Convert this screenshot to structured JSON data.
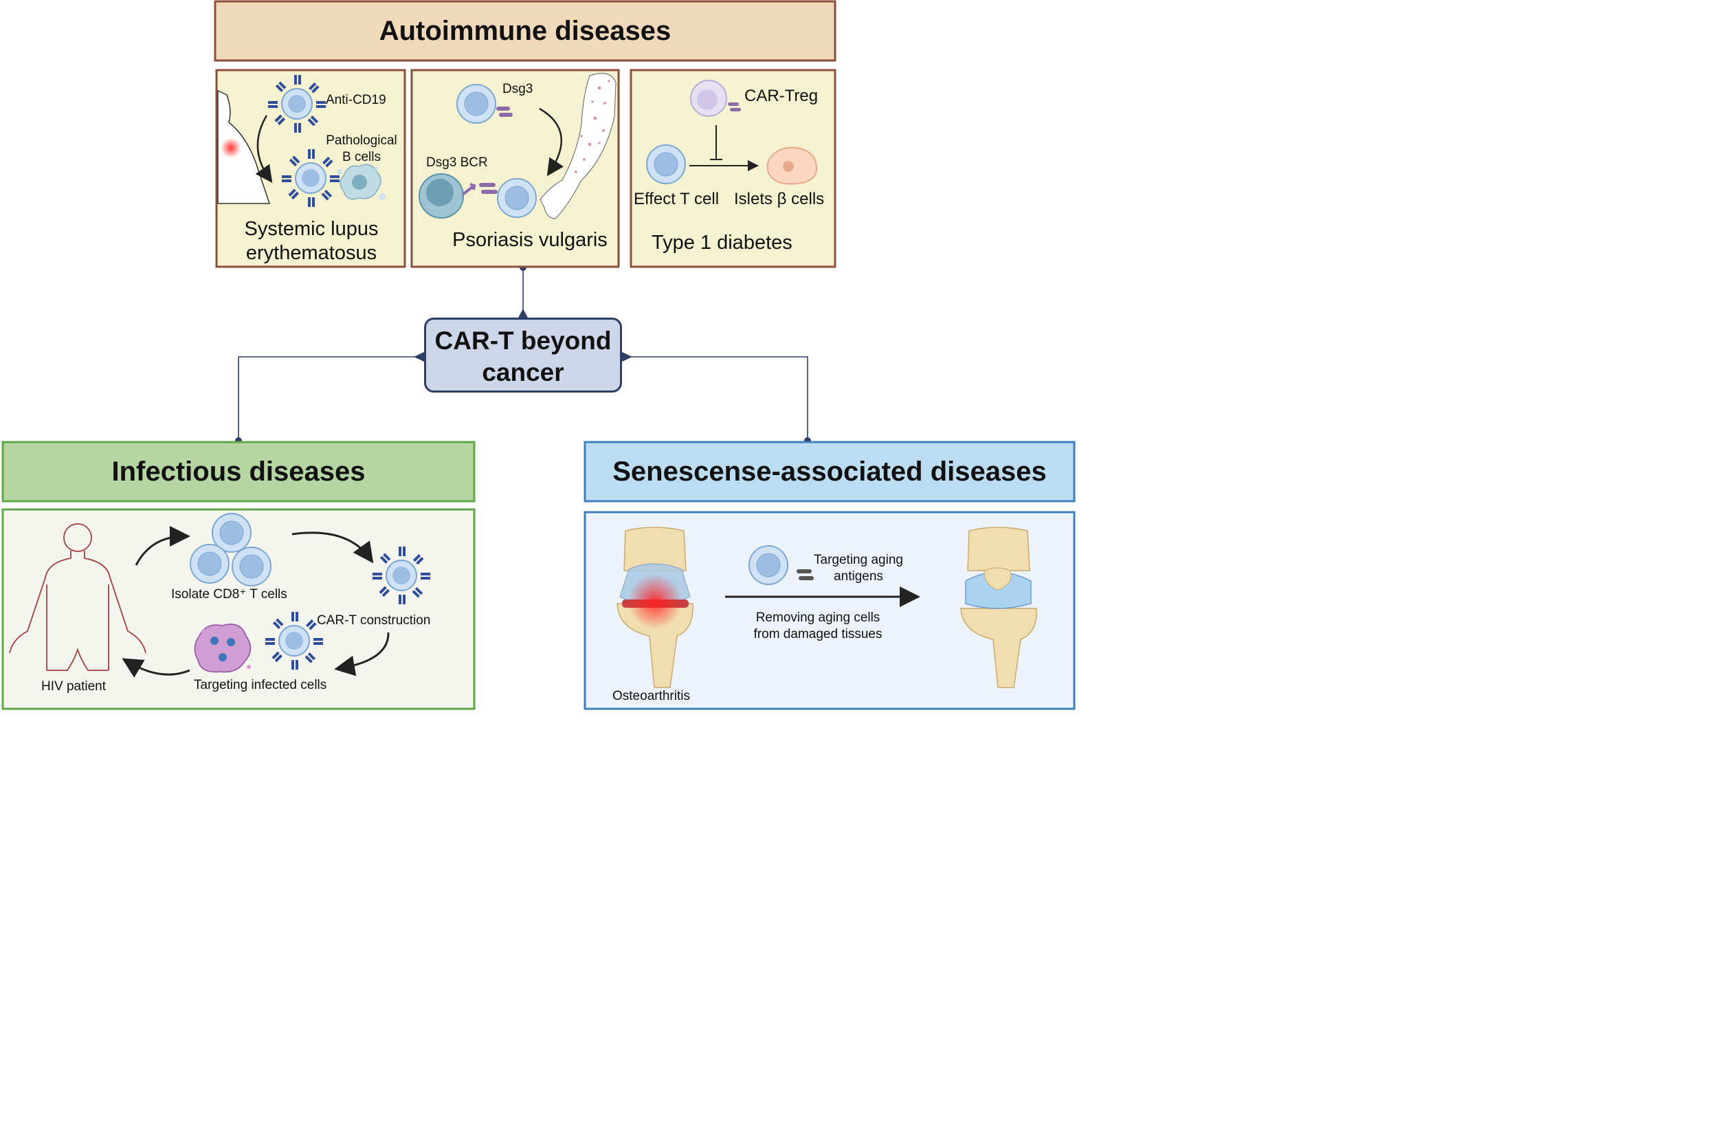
{
  "center": {
    "line1": "CAR-T beyond",
    "line2": "cancer"
  },
  "autoimmune": {
    "title": "Autoimmune diseases",
    "sle": {
      "anti_cd19": "Anti-CD19",
      "patho_line1": "Pathological",
      "patho_line2": "B cells",
      "name_line1": "Systemic lupus",
      "name_line2": "erythematosus"
    },
    "psoriasis": {
      "dsg3": "Dsg3",
      "dsg3_bcr": "Dsg3 BCR",
      "name": "Psoriasis vulgaris"
    },
    "diabetes": {
      "car_treg": "CAR-Treg",
      "effect_t": "Effect T cell",
      "islets": "Islets β cells",
      "name": "Type 1 diabetes"
    }
  },
  "infectious": {
    "title": "Infectious diseases",
    "isolate": "Isolate CD8⁺ T cells",
    "car_t_construction": "CAR-T construction",
    "targeting": "Targeting infected cells",
    "hiv": "HIV patient"
  },
  "senescence": {
    "title": "Senescense-associated diseases",
    "target_line1": "Targeting aging",
    "target_line2": "antigens",
    "remove_line1": "Removing aging cells",
    "remove_line2": "from damaged tissues",
    "osteo": "Osteoarthritis"
  },
  "colors": {
    "autoimmune_header": "#f0d9bb",
    "autoimmune_border": "#8b4e3b",
    "autoimmune_panel": "#f5f2d2",
    "infectious_header": "#b5d6a2",
    "infectious_border": "#5fa845",
    "infectious_panel": "#f3f5ee",
    "senescence_header": "#bcdcf2",
    "senescence_border": "#3f7fbf",
    "senescence_panel": "#edf3fa",
    "center_fill": "#cdd6e8",
    "center_border": "#2e3f66",
    "connector": "#2e3f66"
  }
}
